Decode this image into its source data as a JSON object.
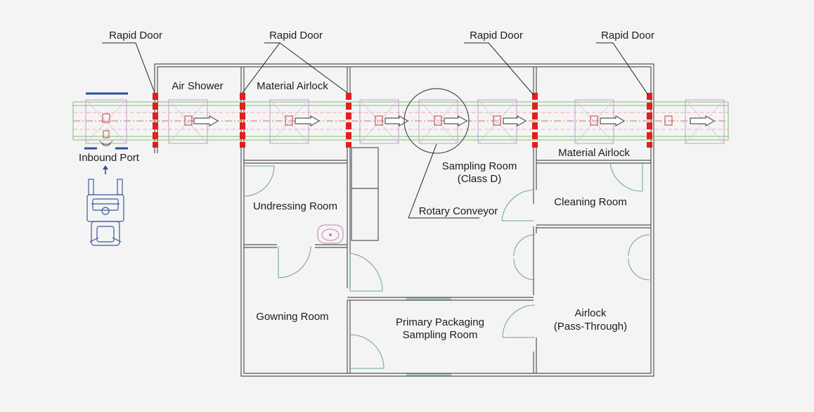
{
  "labels": {
    "rapid_door_1": "Rapid Door",
    "rapid_door_2": "Rapid Door",
    "rapid_door_3": "Rapid Door",
    "rapid_door_4": "Rapid Door",
    "air_shower": "Air Shower",
    "material_airlock_top": "Material Airlock",
    "inbound_port": "Inbound Port",
    "sampling_room_line1": "Sampling Room",
    "sampling_room_line2": "(Class D)",
    "rotary_conveyor": "Rotary Conveyor",
    "material_airlock_right": "Material Airlock",
    "undressing_room": "Undressing Room",
    "cleaning_room": "Cleaning Room",
    "gowning_room": "Gowning Room",
    "primary_packaging_line1": "Primary Packaging",
    "primary_packaging_line2": "Sampling Room",
    "airlock_line1": "Airlock",
    "airlock_line2": "(Pass-Through)"
  },
  "colors": {
    "rapid_door": "#e01f1f",
    "wall": "#555555",
    "door": "#6aa39a",
    "conveyor_edge": "#7fc06a",
    "conveyor_center": "#e06a55",
    "cart": "#c69ccf",
    "robot": "#3a5a96"
  }
}
